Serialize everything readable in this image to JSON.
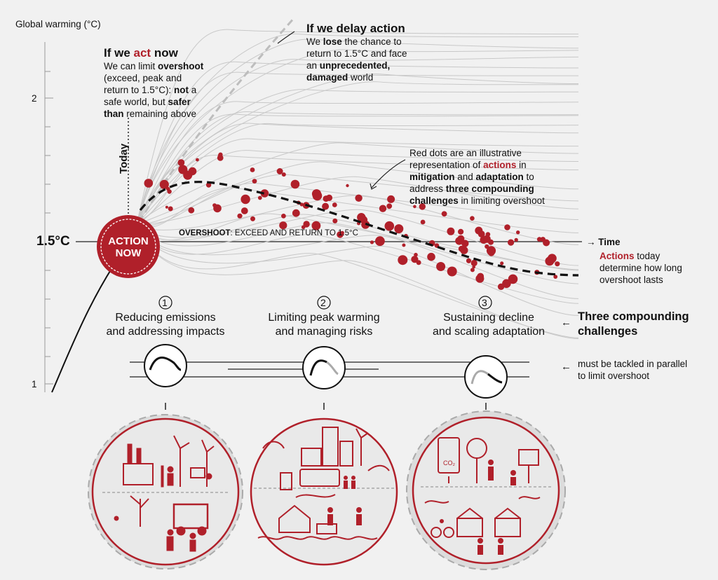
{
  "axis": {
    "y_title": "Global warming (°C)",
    "y_ticks": [
      "2",
      "1"
    ],
    "threshold_label": "1.5°C",
    "x_title": "→ Time",
    "today_label": "Today"
  },
  "action_now": {
    "line1": "ACTION",
    "line2": "NOW"
  },
  "act_now": {
    "title_pre": "If we ",
    "title_red": "act",
    "title_post": " now",
    "l1": "We can limit ",
    "l1b": "overshoot",
    "l2": "(exceed, peak and",
    "l3": "return to 1.5°C): ",
    "l3b": "not",
    "l3c": " a",
    "l4": "safe world, but ",
    "l4b": "safer",
    "l5b": "than",
    "l5": " remaining above"
  },
  "delay": {
    "title": "If we delay action",
    "l1a": "We ",
    "l1b": "lose",
    "l1c": " the chance to",
    "l2": "return to 1.5°C and face",
    "l3a": "an ",
    "l3b": "unprecedented,",
    "l4b": "damaged",
    "l4": " world"
  },
  "red_dots_note": {
    "l1": "Red dots are an illustrative",
    "l2a": "representation of ",
    "l2b": "actions",
    "l2c": " in",
    "l3b": "mitigation",
    "l3a": " and ",
    "l3c": "adaptation",
    "l3d": " to",
    "l4a": "address ",
    "l4b": "three compounding",
    "l5b": "challenges",
    "l5": " in limiting overshoot"
  },
  "overshoot_label": {
    "bold": "OVERSHOOT",
    "rest": ": EXCEED AND RETURN TO 1.5°C"
  },
  "actions_today": {
    "red": "Actions",
    "l1": " today",
    "l2": "determine how long",
    "l3": "overshoot lasts"
  },
  "challenges": [
    {
      "number": "1",
      "l1": "Reducing emissions",
      "l2": "and addressing impacts"
    },
    {
      "number": "2",
      "l1": "Limiting peak warming",
      "l2": "and managing risks"
    },
    {
      "number": "3",
      "l1": "Sustaining decline",
      "l2": "and scaling adaptation"
    }
  ],
  "three_compounding": {
    "arrow": "←",
    "l1": "Three compounding",
    "l2": "challenges"
  },
  "parallel": {
    "arrow": "←",
    "l1": "must be tackled in parallel",
    "l2": "to limit overshoot"
  },
  "co2_label": "CO₂",
  "colors": {
    "red": "#b0202a",
    "background": "#f1f1f1",
    "grey_lines": "#c8c8c8"
  }
}
